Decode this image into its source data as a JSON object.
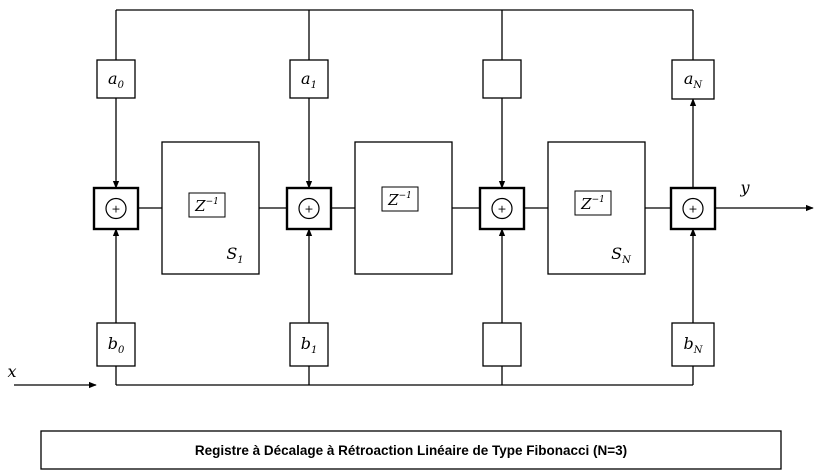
{
  "caption": "Registre à Décalage à Rétroaction Linéaire de Type Fibonacci (N=3)",
  "operator_symbol": "+",
  "input_label": "x",
  "output_label": "y",
  "delay": {
    "base": "Z",
    "exponent": "−1"
  },
  "feedback_coefficients": [
    {
      "base": "a",
      "sub": "0"
    },
    {
      "base": "a",
      "sub": "1"
    },
    {
      "base": "",
      "sub": ""
    },
    {
      "base": "a",
      "sub": "N"
    }
  ],
  "feedforward_coefficients": [
    {
      "base": "b",
      "sub": "0"
    },
    {
      "base": "b",
      "sub": "1"
    },
    {
      "base": "",
      "sub": ""
    },
    {
      "base": "b",
      "sub": "N"
    }
  ],
  "registers": [
    {
      "base": "S",
      "sub": "1"
    },
    {
      "base": "",
      "sub": ""
    },
    {
      "base": "S",
      "sub": "N"
    }
  ],
  "colors": {
    "line": "#000000",
    "background": "#ffffff"
  }
}
